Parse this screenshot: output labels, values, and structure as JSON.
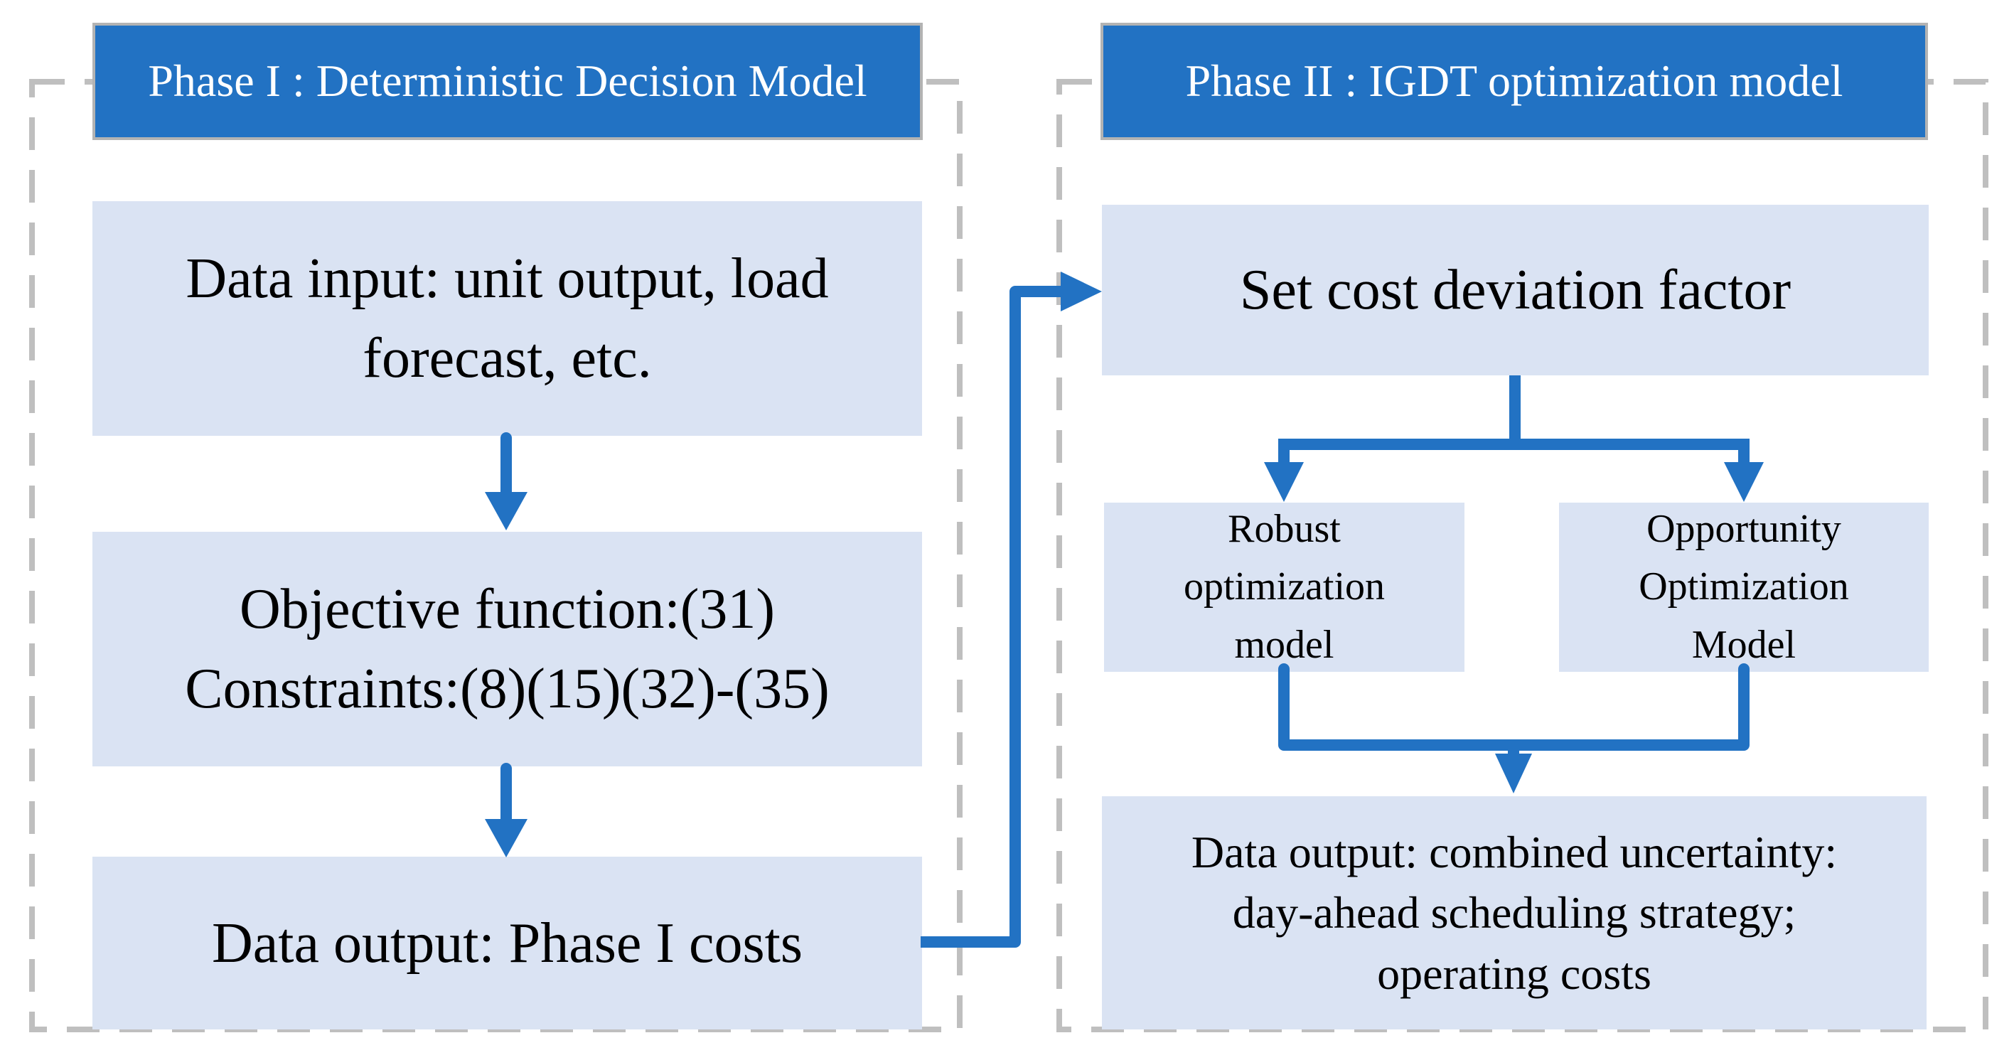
{
  "colors": {
    "accent_blue": "#2272c3",
    "box_fill": "#dae3f3",
    "box_text": "#000000",
    "title_text": "#ffffff",
    "title_bar_border": "#b3b3b3",
    "dashed_border": "#bfbfbf"
  },
  "phase1": {
    "title": "Phase I : Deterministic Decision Model",
    "data_input_box": "Data input: unit output, load\nforecast, etc.",
    "objective_box": "Objective function:(31)\nConstraints:(8)(15)(32)-(35)",
    "data_output_box": "Data output: Phase I costs"
  },
  "phase2": {
    "title": "Phase II : IGDT optimization model",
    "set_cost_box": "Set cost deviation factor",
    "robust_box": "Robust\noptimization\nmodel",
    "opportunity_box": "Opportunity\nOptimization\nModel",
    "data_output_box": "Data output: combined uncertainty:\nday-ahead scheduling strategy;\noperating costs"
  }
}
